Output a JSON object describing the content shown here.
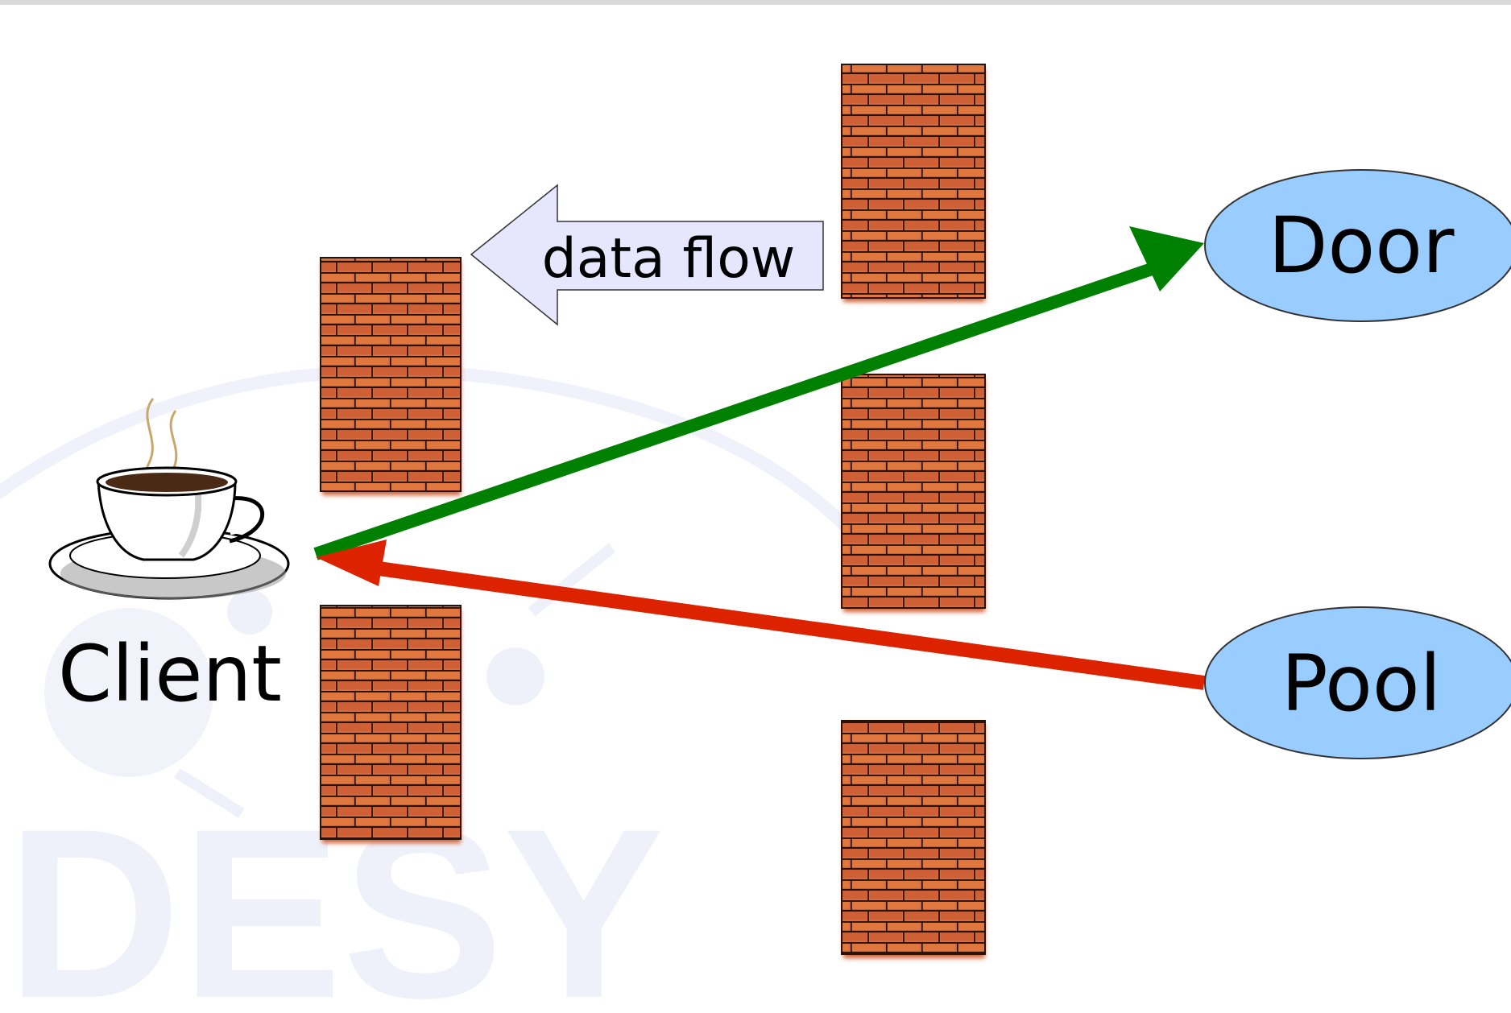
{
  "nodes": {
    "client": {
      "label": "Client",
      "icon": "coffee-cup-icon"
    },
    "door": {
      "label": "Door",
      "fill": "#99ccff"
    },
    "pool": {
      "label": "Pool",
      "fill": "#99ccff"
    }
  },
  "data_flow": {
    "label": "data flow",
    "fill": "#e6e6ff"
  },
  "arrows": {
    "client_to_door": {
      "color": "#008000"
    },
    "pool_to_client": {
      "color": "#dd2200"
    }
  },
  "firewalls": {
    "icon": "brick-wall-icon",
    "count": 5
  },
  "watermark": {
    "text": "DESY"
  },
  "colors": {
    "brick": "#d86a3e",
    "mortar": "#2a1208",
    "watermark": "#eef0fa"
  }
}
